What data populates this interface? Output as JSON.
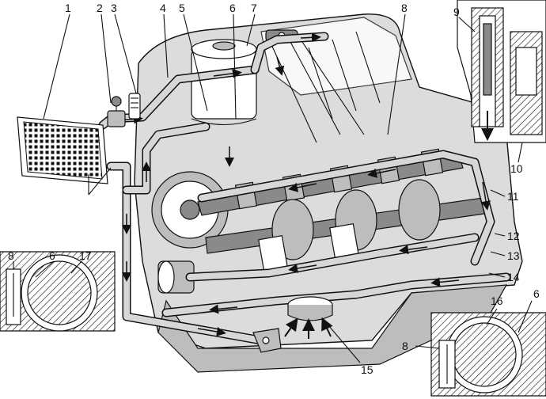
{
  "labels": {
    "l1": "1",
    "l2": "2",
    "l3": "3",
    "l4": "4",
    "l5": "5",
    "l6": "6",
    "l7": "7",
    "l8": "8",
    "l9": "9",
    "l10": "10",
    "l11": "11",
    "l12": "12",
    "l13": "13",
    "l14": "14",
    "l15": "15",
    "l16": "16",
    "l17": "17",
    "l8b": "8",
    "l6b": "6",
    "l8c": "8",
    "l6c": "6"
  }
}
